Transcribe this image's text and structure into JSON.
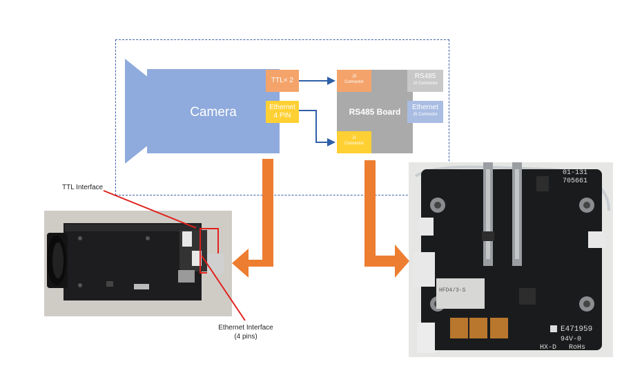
{
  "camera": {
    "label": "Camera"
  },
  "ttl_tag": {
    "label": "TTL× 2"
  },
  "ethernet_tag": {
    "line1": "Ethernet",
    "line2": "4 PIN"
  },
  "rs485_board": {
    "label": "RS485 Board",
    "j3": {
      "name": "J3",
      "sub": "Connector"
    },
    "j1": {
      "name": "J1",
      "sub": "Connector"
    },
    "rs485": {
      "name": "RS485",
      "sub": "J2 Connector"
    },
    "ethernet": {
      "name": "Ethernet",
      "sub": "J5 Connector"
    }
  },
  "annotations": {
    "ttl_interface": "TTL Interface",
    "ethernet_interface_line1": "Ethernet Interface",
    "ethernet_interface_line2": "(4 pins)"
  },
  "board_markings": {
    "code1": "01-131",
    "code2": "705661",
    "cert": "E471959",
    "rating": "94V-0",
    "model": "HX-D",
    "rohs": "RoHs",
    "relay": "HFD4/3-S"
  },
  "colors": {
    "camera": "#8faadc",
    "ttl": "#f4a46b",
    "ethernet": "#ffd034",
    "board": "#aaaaaa",
    "connector_arrow": "#2e5fa8",
    "big_arrow": "#ed7d31",
    "pointer_line": "#e0201c"
  }
}
